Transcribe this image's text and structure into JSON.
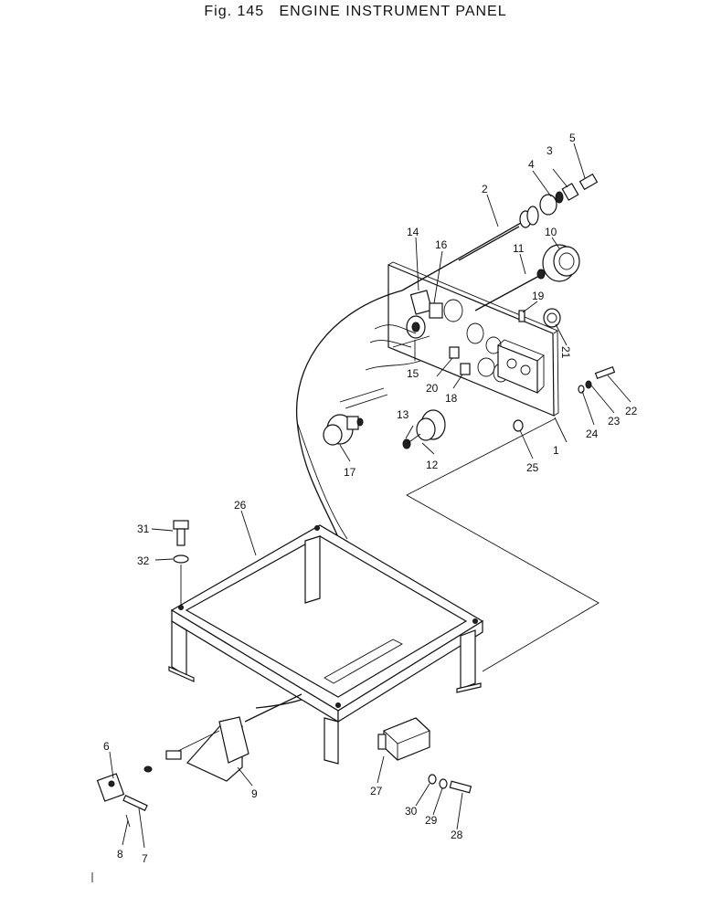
{
  "figure": {
    "title": "Fig. 145   ENGINE INSTRUMENT PANEL"
  },
  "callouts": [
    {
      "id": "1",
      "text": "1"
    },
    {
      "id": "2",
      "text": "2"
    },
    {
      "id": "3",
      "text": "3"
    },
    {
      "id": "4",
      "text": "4"
    },
    {
      "id": "5",
      "text": "5"
    },
    {
      "id": "6",
      "text": "6"
    },
    {
      "id": "7",
      "text": "7"
    },
    {
      "id": "8",
      "text": "8"
    },
    {
      "id": "9",
      "text": "9"
    },
    {
      "id": "10",
      "text": "10"
    },
    {
      "id": "11",
      "text": "11"
    },
    {
      "id": "12",
      "text": "12"
    },
    {
      "id": "13",
      "text": "13"
    },
    {
      "id": "14",
      "text": "14"
    },
    {
      "id": "15",
      "text": "15"
    },
    {
      "id": "16",
      "text": "16"
    },
    {
      "id": "17",
      "text": "17"
    },
    {
      "id": "18",
      "text": "18"
    },
    {
      "id": "19",
      "text": "19"
    },
    {
      "id": "20",
      "text": "20"
    },
    {
      "id": "21",
      "text": "21"
    },
    {
      "id": "22",
      "text": "22"
    },
    {
      "id": "23",
      "text": "23"
    },
    {
      "id": "24",
      "text": "24"
    },
    {
      "id": "25",
      "text": "25"
    },
    {
      "id": "26",
      "text": "26"
    },
    {
      "id": "27",
      "text": "27"
    },
    {
      "id": "28",
      "text": "28"
    },
    {
      "id": "29",
      "text": "29"
    },
    {
      "id": "30",
      "text": "30"
    },
    {
      "id": "31",
      "text": "31"
    },
    {
      "id": "32",
      "text": "32"
    }
  ]
}
